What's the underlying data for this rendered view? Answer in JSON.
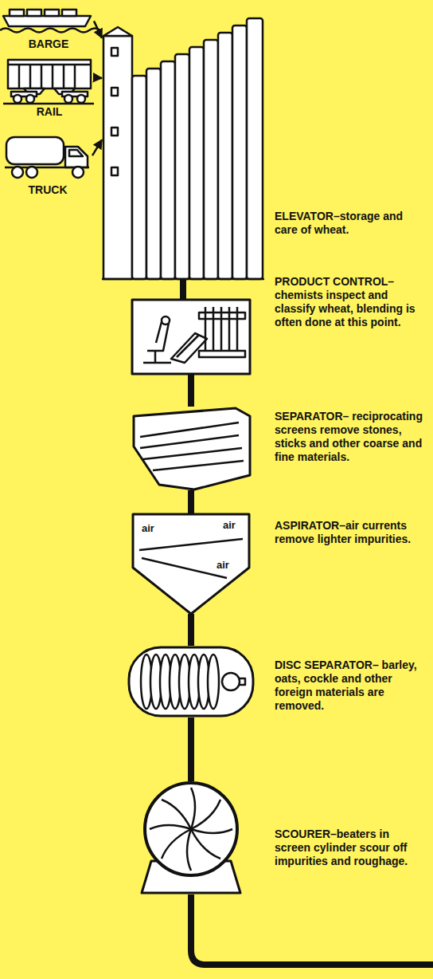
{
  "diagram": {
    "nodes": [
      {
        "text": [
          "BARGE"
        ]
      },
      {
        "text": [
          "RAIL"
        ]
      },
      {
        "text": [
          "TRUCK"
        ]
      },
      {
        "text": [
          "ELEVATOR–storage and care of wheat."
        ]
      },
      {
        "text": [
          "PRODUCT CONTROL–chemists inspect and classify wheat, blending is often done at this point."
        ]
      },
      {
        "text": [
          "SEPARATOR– reciprocating screens remove stones, sticks and other coarse and fine materials."
        ]
      },
      {
        "text": [
          "ASPIRATOR–air currents remove lighter impurities."
        ]
      },
      {
        "text": [
          "DISC SEPARATOR– barley, oats, cockle and other foreign materials are removed."
        ]
      },
      {
        "text": [
          "SCOURER–beaters in screen cylinder scour off impurities and roughage."
        ]
      }
    ],
    "edges": [
      {
        "from": 0,
        "to": 3,
        "arrow": "to"
      },
      {
        "from": 1,
        "to": 3,
        "arrow": "to"
      },
      {
        "from": 2,
        "to": 3,
        "arrow": "to"
      },
      {
        "from": 3,
        "to": 4,
        "arrow": "none"
      },
      {
        "from": 4,
        "to": 5,
        "arrow": "none"
      },
      {
        "from": 5,
        "to": 6,
        "arrow": "none"
      },
      {
        "from": 6,
        "to": 7,
        "arrow": "none"
      },
      {
        "from": 7,
        "to": 8,
        "arrow": "none"
      }
    ],
    "labels": [
      "air",
      "air",
      "air"
    ]
  }
}
